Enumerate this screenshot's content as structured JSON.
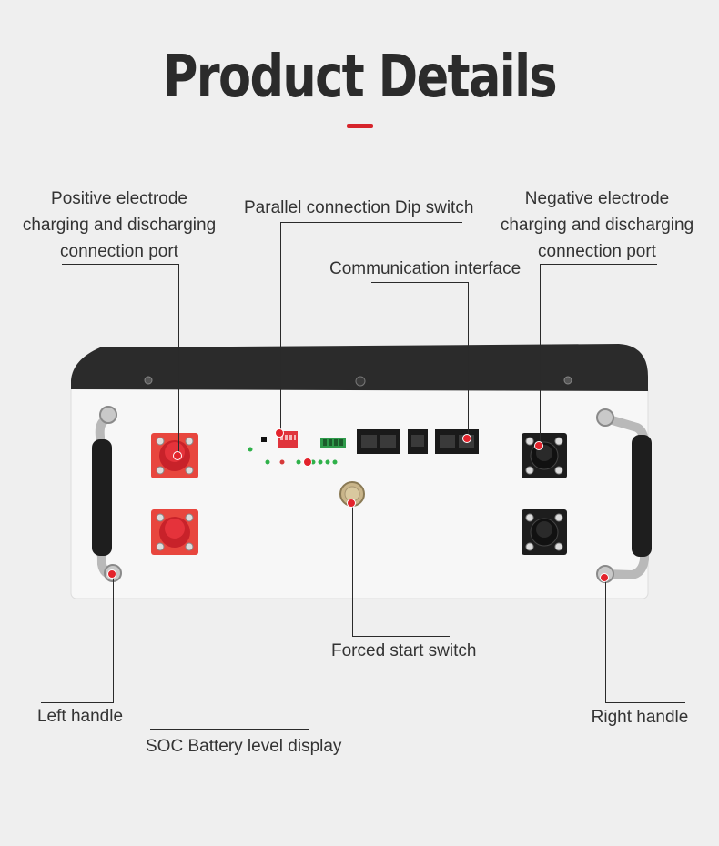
{
  "header": {
    "title": "Product Details"
  },
  "colors": {
    "accent": "#d6242b",
    "background": "#efefef",
    "battery_body": "#f7f7f7",
    "battery_top": "#2b2b2b",
    "terminal_red": "#e8463e",
    "terminal_black": "#1d1d1d",
    "led_green": "#2fb14a"
  },
  "callouts": {
    "positive": {
      "line1": "Positive electrode",
      "line2": "charging and discharging",
      "line3": "connection port"
    },
    "dip_switch": "Parallel connection Dip switch",
    "communication": "Communication interface",
    "negative": {
      "line1": "Negative electrode",
      "line2": "charging and discharging",
      "line3": "connection port"
    },
    "forced_start": "Forced start switch",
    "left_handle": "Left handle",
    "soc_display": "SOC Battery level display",
    "right_handle": "Right handle"
  }
}
